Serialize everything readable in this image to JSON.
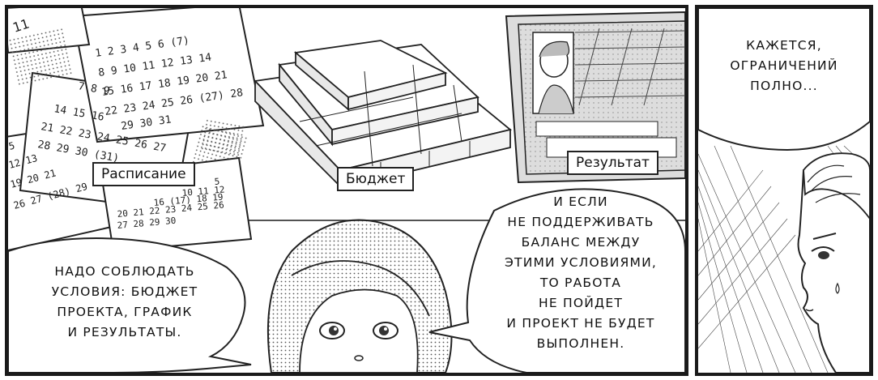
{
  "labels": {
    "schedule": "Расписание",
    "budget": "Бюджет",
    "result": "Результат"
  },
  "bubbles": {
    "left": [
      "НАДО СОБЛЮДАТЬ",
      "УСЛОВИЯ: БЮДЖЕТ",
      "ПРОЕКТА, ГРАФИК",
      "И РЕЗУЛЬТАТЫ."
    ],
    "middle": [
      "И ЕСЛИ",
      "НЕ ПОДДЕРЖИВАТЬ",
      "БАЛАНС МЕЖДУ",
      "ЭТИМИ УСЛОВИЯМИ,",
      "ТО РАБОТА",
      "НЕ ПОЙДЕТ",
      "И ПРОЕКТ НЕ БУДЕТ",
      "ВЫПОЛНЕН."
    ],
    "right": [
      "КАЖЕТСЯ,",
      "ОГРАНИЧЕНИЙ",
      "ПОЛНО..."
    ]
  },
  "calendar": {
    "month_number": "11",
    "rows": [
      "1 2 3 4 5 6 (7)",
      "8 9 10 11 12 13 14",
      "15 16 17 18 19 20 21",
      "22 23 24 25 26 (27) 28",
      "29 30 31"
    ],
    "back_rows": [
      "7 8 9",
      "14 15 16",
      "21 22 23 24 25 26 27",
      "28 29 30 (31)"
    ],
    "far_rows": [
      "5",
      "12 13",
      "19 20 21",
      "26 27 (28) 29"
    ],
    "small_rows": [
      "5",
      "10 11 12",
      "16 (17) 18 19",
      "20 21 22 23 24 25 26",
      "27 28 29 30"
    ]
  },
  "colors": {
    "ink": "#1a1a1a",
    "paper": "#ffffff",
    "tone": "#c8c8c8"
  }
}
